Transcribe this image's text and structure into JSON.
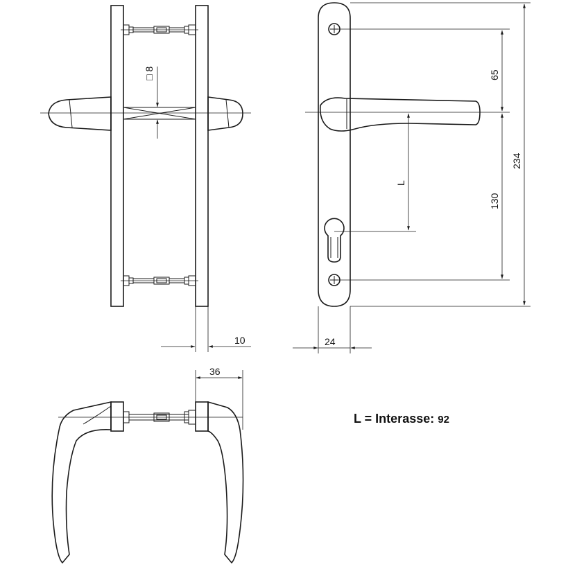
{
  "dimensions": {
    "square": "8",
    "thickness": "10",
    "projection": "36",
    "plate_width": "24",
    "top_screw": "65",
    "lower_screw": "130",
    "total_height": "234",
    "center_distance": "L"
  },
  "square_symbol": "□",
  "legend": {
    "label": "L = Interasse:",
    "value": "92"
  },
  "colors": {
    "line": "#1a1a1a",
    "background": "#ffffff"
  }
}
